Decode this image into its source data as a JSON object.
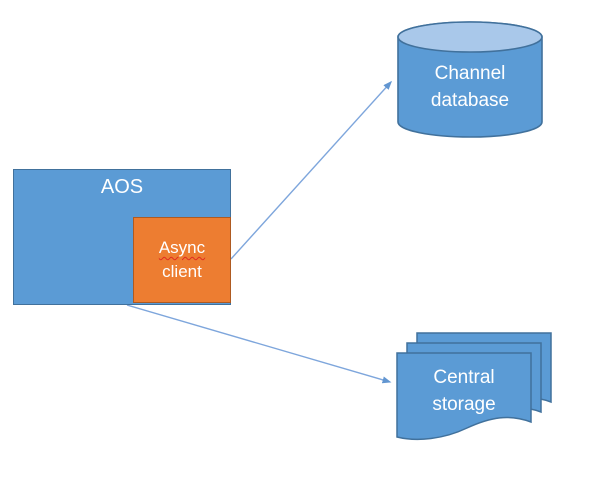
{
  "diagram": {
    "background": "#FFFFFF",
    "nodes": {
      "aos": {
        "label": "AOS",
        "shape": "rectangle",
        "fill": "#5B9BD5",
        "border": "#41719C",
        "text_color": "#FFFFFF"
      },
      "async_client": {
        "label_line1": "Async",
        "label_line2": "client",
        "label": "Async client",
        "shape": "rectangle",
        "fill": "#ED7D31",
        "border": "#AE5A21",
        "text_color": "#FFFFFF",
        "note": "word 'Async' shows red spell-check squiggly underline"
      },
      "channel_database": {
        "label_line1": "Channel",
        "label_line2": "database",
        "label": "Channel database",
        "shape": "cylinder",
        "fill": "#5B9BD5",
        "top_fill": "#A9C8EA",
        "border": "#41719C",
        "text_color": "#FFFFFF"
      },
      "central_storage": {
        "label_line1": "Central",
        "label_line2": "storage",
        "label": "Central storage",
        "shape": "multi-document",
        "fill": "#5B9BD5",
        "border": "#41719C",
        "text_color": "#FFFFFF"
      }
    },
    "edges": [
      {
        "from": "async_client",
        "to": "channel_database",
        "style": "straight-arrow",
        "color": "#7EA6DC"
      },
      {
        "from": "aos",
        "to": "central_storage",
        "style": "straight-arrow",
        "color": "#7EA6DC"
      }
    ]
  }
}
